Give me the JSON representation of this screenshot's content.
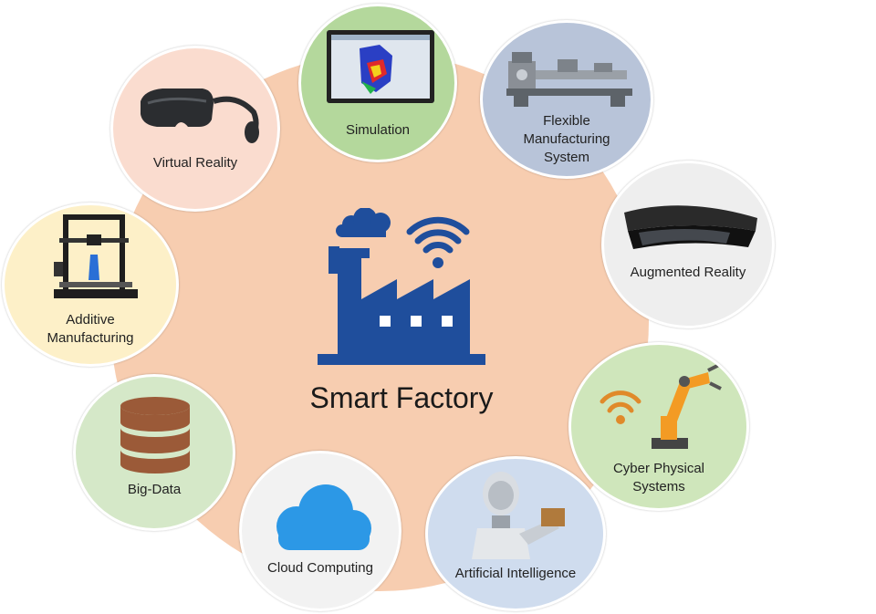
{
  "center": {
    "title": "Smart Factory",
    "icon": "factory-wifi-icon",
    "color": "#1f4e9c"
  },
  "colors": {
    "hub": "#f7cdb0"
  },
  "nodes": [
    {
      "key": "simulation",
      "label": "Simulation",
      "icon": "monitor-simulation-icon",
      "color": "#b4d89c"
    },
    {
      "key": "fms",
      "label": "Flexible\nManufacturing\nSystem",
      "icon": "lathe-machine-icon",
      "color": "#b8c4d9"
    },
    {
      "key": "ar",
      "label": "Augmented Reality",
      "icon": "ar-headset-icon",
      "color": "#eeeeee"
    },
    {
      "key": "cps",
      "label": "Cyber Physical\nSystems",
      "icon": "robot-arm-icon",
      "color": "#cfe6bb"
    },
    {
      "key": "ai",
      "label": "Artificial Intelligence",
      "icon": "robot-head-icon",
      "color": "#cfdcee"
    },
    {
      "key": "cloud",
      "label": "Cloud Computing",
      "icon": "cloud-icon",
      "color": "#f2f2f2"
    },
    {
      "key": "bigdata",
      "label": "Big-Data",
      "icon": "database-icon",
      "color": "#d5e8c8"
    },
    {
      "key": "additive",
      "label": "Additive\nManufacturing",
      "icon": "3d-printer-icon",
      "color": "#fdf0c8"
    },
    {
      "key": "vr",
      "label": "Virtual Reality",
      "icon": "vr-headset-icon",
      "color": "#fadccf"
    }
  ]
}
